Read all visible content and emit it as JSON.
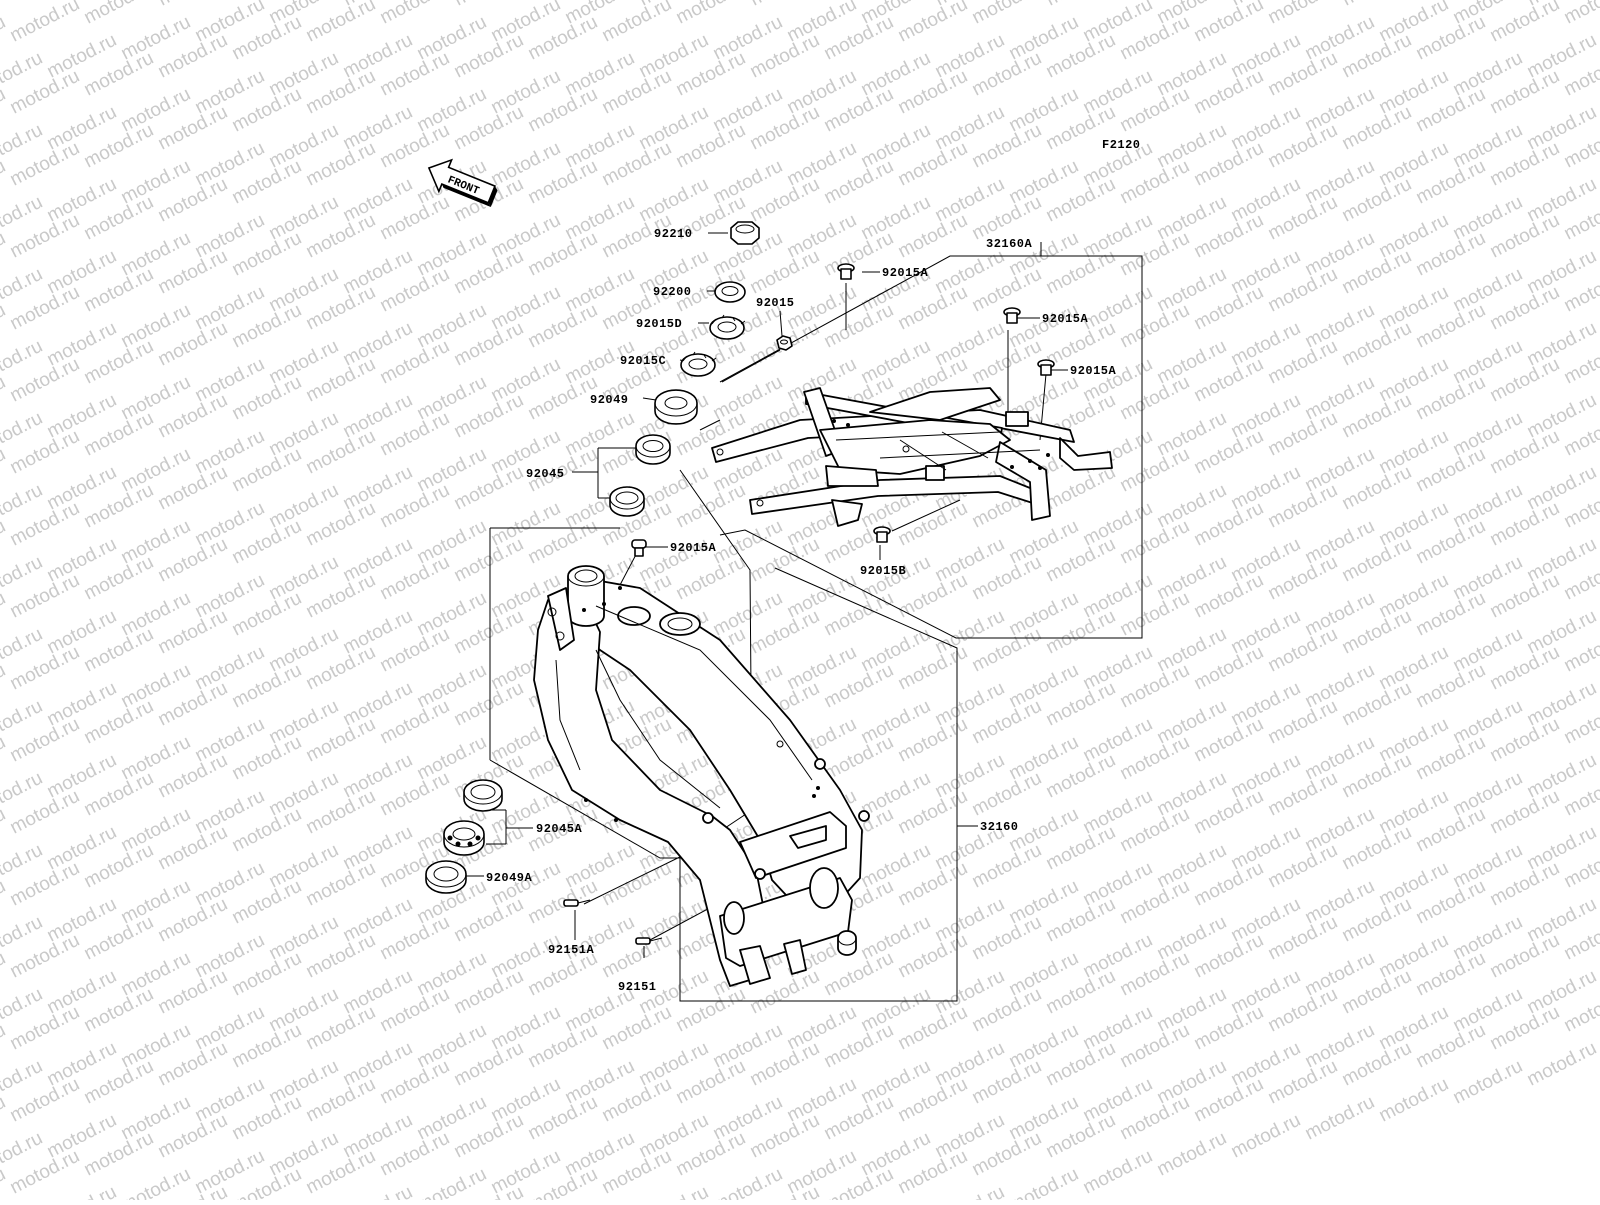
{
  "diagram_code": "F2120",
  "front_arrow": {
    "label": "FRONT",
    "icon": "front-direction-arrow-icon"
  },
  "watermark": "motod.ru",
  "parts": {
    "p92210": "92210",
    "p92200": "92200",
    "p92015": "92015",
    "p92015D": "92015D",
    "p92015C": "92015C",
    "p92049": "92049",
    "p92045": "92045",
    "p92015A_head": "92015A",
    "p92015A_r1": "92015A",
    "p92015A_r2": "92015A",
    "p92015A_r3": "92015A",
    "p92015B": "92015B",
    "p32160A": "32160A",
    "p32160": "32160",
    "p92045A": "92045A",
    "p92049A": "92049A",
    "p92151A": "92151A",
    "p92151": "92151"
  }
}
